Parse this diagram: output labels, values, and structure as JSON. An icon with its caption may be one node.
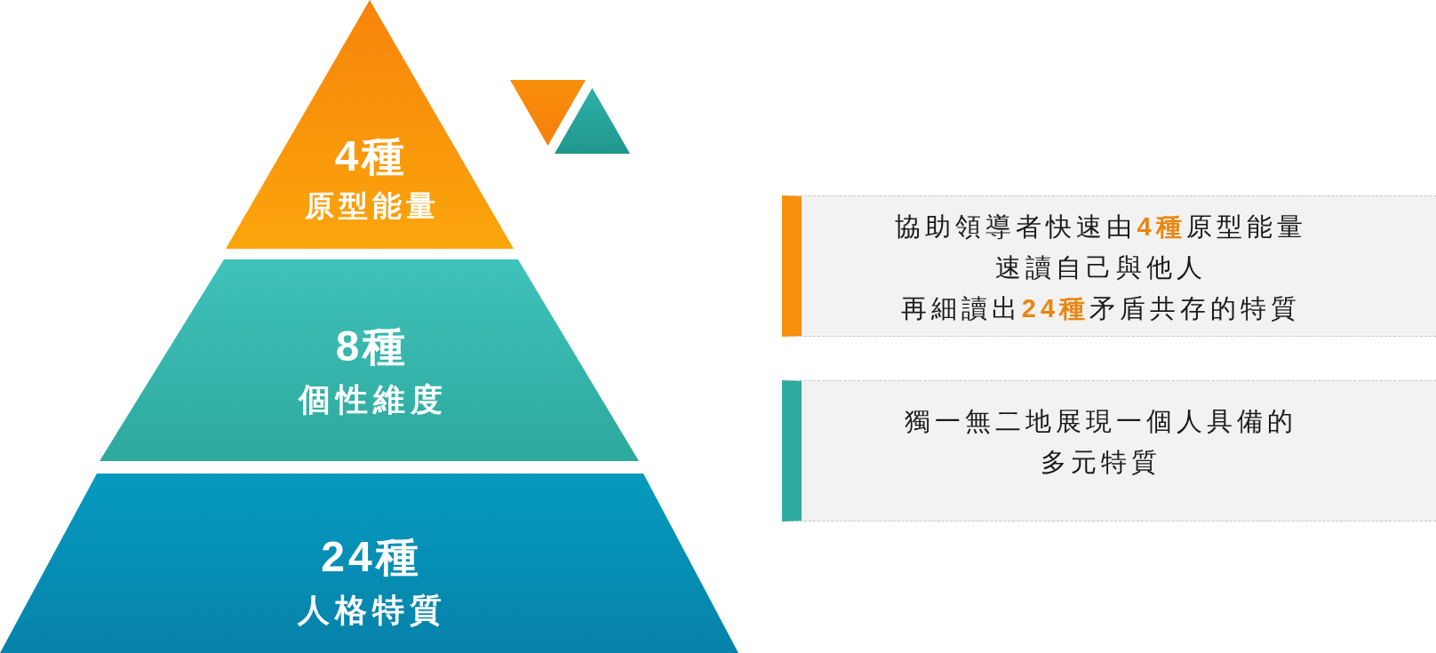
{
  "diagram": {
    "nodes": [
      {
        "text": [
          "4種",
          "原型能量"
        ]
      },
      {
        "text": [
          "8種",
          "個性維度"
        ]
      },
      {
        "text": [
          "24種",
          "人格特質"
        ]
      },
      {
        "text": [],
        "shape": "triangle"
      },
      {
        "text": [],
        "shape": "triangle"
      },
      {
        "text": [
          "協助領導者快速由**4種**原型能量",
          "速讀自己與他人",
          "再細讀出**24種**矛盾共存的特質"
        ]
      },
      {
        "text": [
          "獨一無二地展現一個人具備的多元特質"
        ]
      }
    ]
  }
}
